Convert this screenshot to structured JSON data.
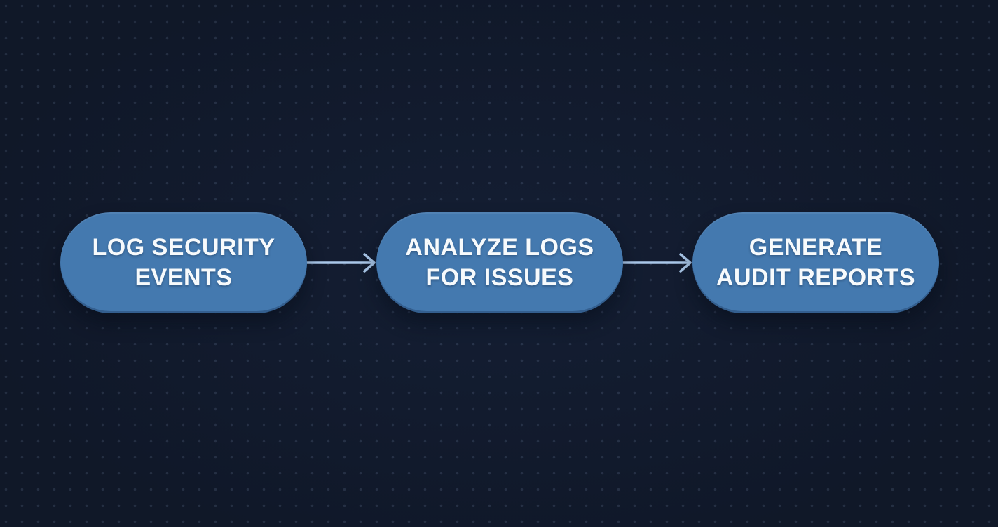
{
  "diagram": {
    "type": "flowchart",
    "direction": "left-to-right",
    "colors": {
      "background": "#121b2e",
      "dot_grid": "rgba(125,145,180,0.22)",
      "node_fill": "#4479af",
      "node_text": "#f7fafc",
      "arrow": "#a9c7e9"
    },
    "nodes": [
      {
        "id": "log-security-events",
        "label": "LOG SECURITY EVENTS",
        "lines": [
          "LOG SECURITY",
          "EVENTS"
        ],
        "shape": "pill"
      },
      {
        "id": "analyze-logs-for-issues",
        "label": "ANALYZE LOGS FOR ISSUES",
        "lines": [
          "ANALYZE LOGS",
          "FOR ISSUES"
        ],
        "shape": "pill"
      },
      {
        "id": "generate-audit-reports",
        "label": "GENERATE AUDIT REPORTS",
        "lines": [
          "GENERATE",
          "AUDIT REPORTS"
        ],
        "shape": "pill"
      }
    ],
    "connections": [
      {
        "from": "log-security-events",
        "to": "analyze-logs-for-issues",
        "style": "straight-arrow"
      },
      {
        "from": "analyze-logs-for-issues",
        "to": "generate-audit-reports",
        "style": "straight-arrow"
      }
    ]
  }
}
